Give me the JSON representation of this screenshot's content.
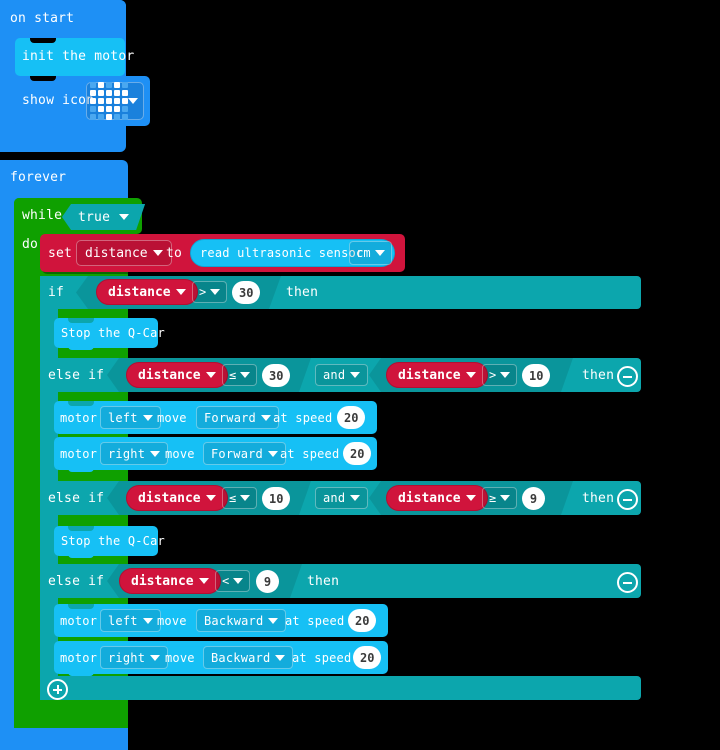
{
  "editor": {
    "name": "makecode-block-editor",
    "background": "#000000",
    "colors": {
      "event": "#1e90f5",
      "cyan": "#16c0f5",
      "loop": "#0fa000",
      "logic": "#0ca6ad",
      "variable": "#d0143c",
      "number_field": "#ffffff"
    }
  },
  "on_start": {
    "label": "on start",
    "children": [
      {
        "label": "init the motor",
        "kind": "cyan"
      },
      {
        "label": "show icon",
        "kind": "cyan",
        "icon": "led-matrix-heart",
        "dropdown_caret": "▼"
      }
    ]
  },
  "forever": {
    "label": "forever",
    "while": {
      "label": "while",
      "condition": "true",
      "do_label": "do"
    }
  },
  "set_block": {
    "set_label": "set",
    "variable": "distance",
    "to_label": "to",
    "value_block": "read ultrasonic sensor",
    "unit": "cm"
  },
  "conditional": {
    "if_label": "if",
    "else_if_label": "else if",
    "then_label": "then",
    "and_label": "and",
    "branches": [
      {
        "keyword": "if",
        "conditions": [
          {
            "variable": "distance",
            "operator": ">",
            "value": "30"
          }
        ],
        "joiner": null,
        "has_minus": false,
        "body": [
          {
            "type": "stop",
            "label": "Stop the Q-Car"
          }
        ]
      },
      {
        "keyword": "else if",
        "conditions": [
          {
            "variable": "distance",
            "operator": "≤",
            "value": "30"
          },
          {
            "variable": "distance",
            "operator": ">",
            "value": "10"
          }
        ],
        "joiner": "and",
        "has_minus": true,
        "body": [
          {
            "type": "motor",
            "motor_label": "motor",
            "side": "left",
            "move_label": "move",
            "direction": "Forward",
            "speed_label": "at speed",
            "speed": "20"
          },
          {
            "type": "motor",
            "motor_label": "motor",
            "side": "right",
            "move_label": "move",
            "direction": "Forward",
            "speed_label": "at speed",
            "speed": "20"
          }
        ]
      },
      {
        "keyword": "else if",
        "conditions": [
          {
            "variable": "distance",
            "operator": "≤",
            "value": "10"
          },
          {
            "variable": "distance",
            "operator": "≥",
            "value": "9"
          }
        ],
        "joiner": "and",
        "has_minus": true,
        "body": [
          {
            "type": "stop",
            "label": "Stop the Q-Car"
          }
        ]
      },
      {
        "keyword": "else if",
        "conditions": [
          {
            "variable": "distance",
            "operator": "<",
            "value": "9"
          }
        ],
        "joiner": null,
        "has_minus": true,
        "body": [
          {
            "type": "motor",
            "motor_label": "motor",
            "side": "left",
            "move_label": "move",
            "direction": "Backward",
            "speed_label": "at speed",
            "speed": "20"
          },
          {
            "type": "motor",
            "motor_label": "motor",
            "side": "right",
            "move_label": "move",
            "direction": "Backward",
            "speed_label": "at speed",
            "speed": "20"
          }
        ]
      }
    ],
    "add_branch_icon": "plus-circle-icon"
  },
  "led_icon_pattern": [
    [
      0,
      1,
      0,
      1,
      0
    ],
    [
      1,
      1,
      1,
      1,
      1
    ],
    [
      1,
      1,
      1,
      1,
      1
    ],
    [
      0,
      1,
      1,
      1,
      0
    ],
    [
      0,
      0,
      1,
      0,
      0
    ]
  ]
}
